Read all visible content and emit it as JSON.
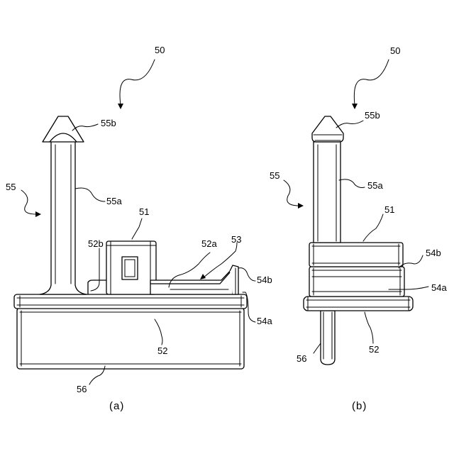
{
  "figure_a": {
    "caption": "(a)",
    "labels": {
      "ref_50": "50",
      "ref_55": "55",
      "ref_55a": "55a",
      "ref_55b": "55b",
      "ref_51": "51",
      "ref_52b": "52b",
      "ref_52a": "52a",
      "ref_53": "53",
      "ref_54b": "54b",
      "ref_54a": "54a",
      "ref_52": "52",
      "ref_56": "56"
    }
  },
  "figure_b": {
    "caption": "(b)",
    "labels": {
      "ref_50": "50",
      "ref_55": "55",
      "ref_55a": "55a",
      "ref_55b": "55b",
      "ref_51": "51",
      "ref_54b": "54b",
      "ref_54a": "54a",
      "ref_52": "52",
      "ref_56": "56"
    }
  }
}
